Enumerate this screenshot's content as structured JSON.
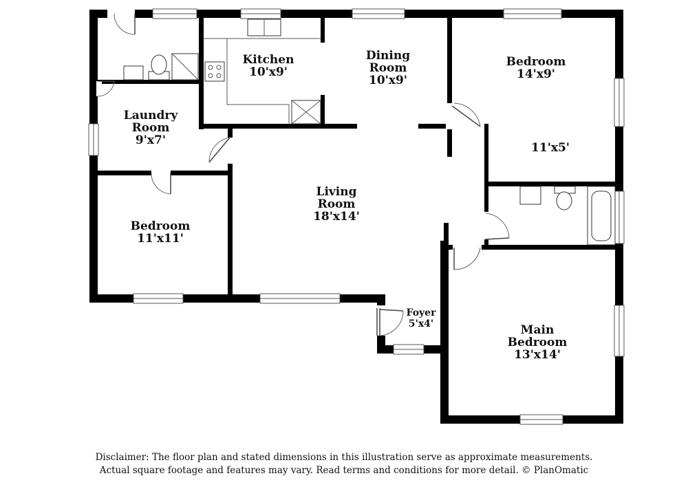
{
  "rooms": {
    "kitchen": {
      "name": "Kitchen",
      "dims": "10'x9'"
    },
    "dining": {
      "name_line1": "Dining",
      "name_line2": "Room",
      "dims": "10'x9'"
    },
    "bedroom_ne": {
      "name": "Bedroom",
      "dims": "14'x9'"
    },
    "bedroom_ne_closet": {
      "dims": "11'x5'"
    },
    "laundry": {
      "name_line1": "Laundry",
      "name_line2": "Room",
      "dims": "9'x7'"
    },
    "bedroom_w": {
      "name": "Bedroom",
      "dims": "11'x11'"
    },
    "living": {
      "name_line1": "Living",
      "name_line2": "Room",
      "dims": "18'x14'"
    },
    "foyer": {
      "name": "Foyer",
      "dims": "5'x4'"
    },
    "main_bedroom": {
      "name_line1": "Main",
      "name_line2": "Bedroom",
      "dims": "13'x14'"
    }
  },
  "disclaimer": {
    "line1": "Disclaimer: The floor plan and stated dimensions in this illustration serve as approximate measurements.",
    "line2": "Actual square footage and features may vary. Read terms and conditions for more detail. © PlanOmatic"
  }
}
